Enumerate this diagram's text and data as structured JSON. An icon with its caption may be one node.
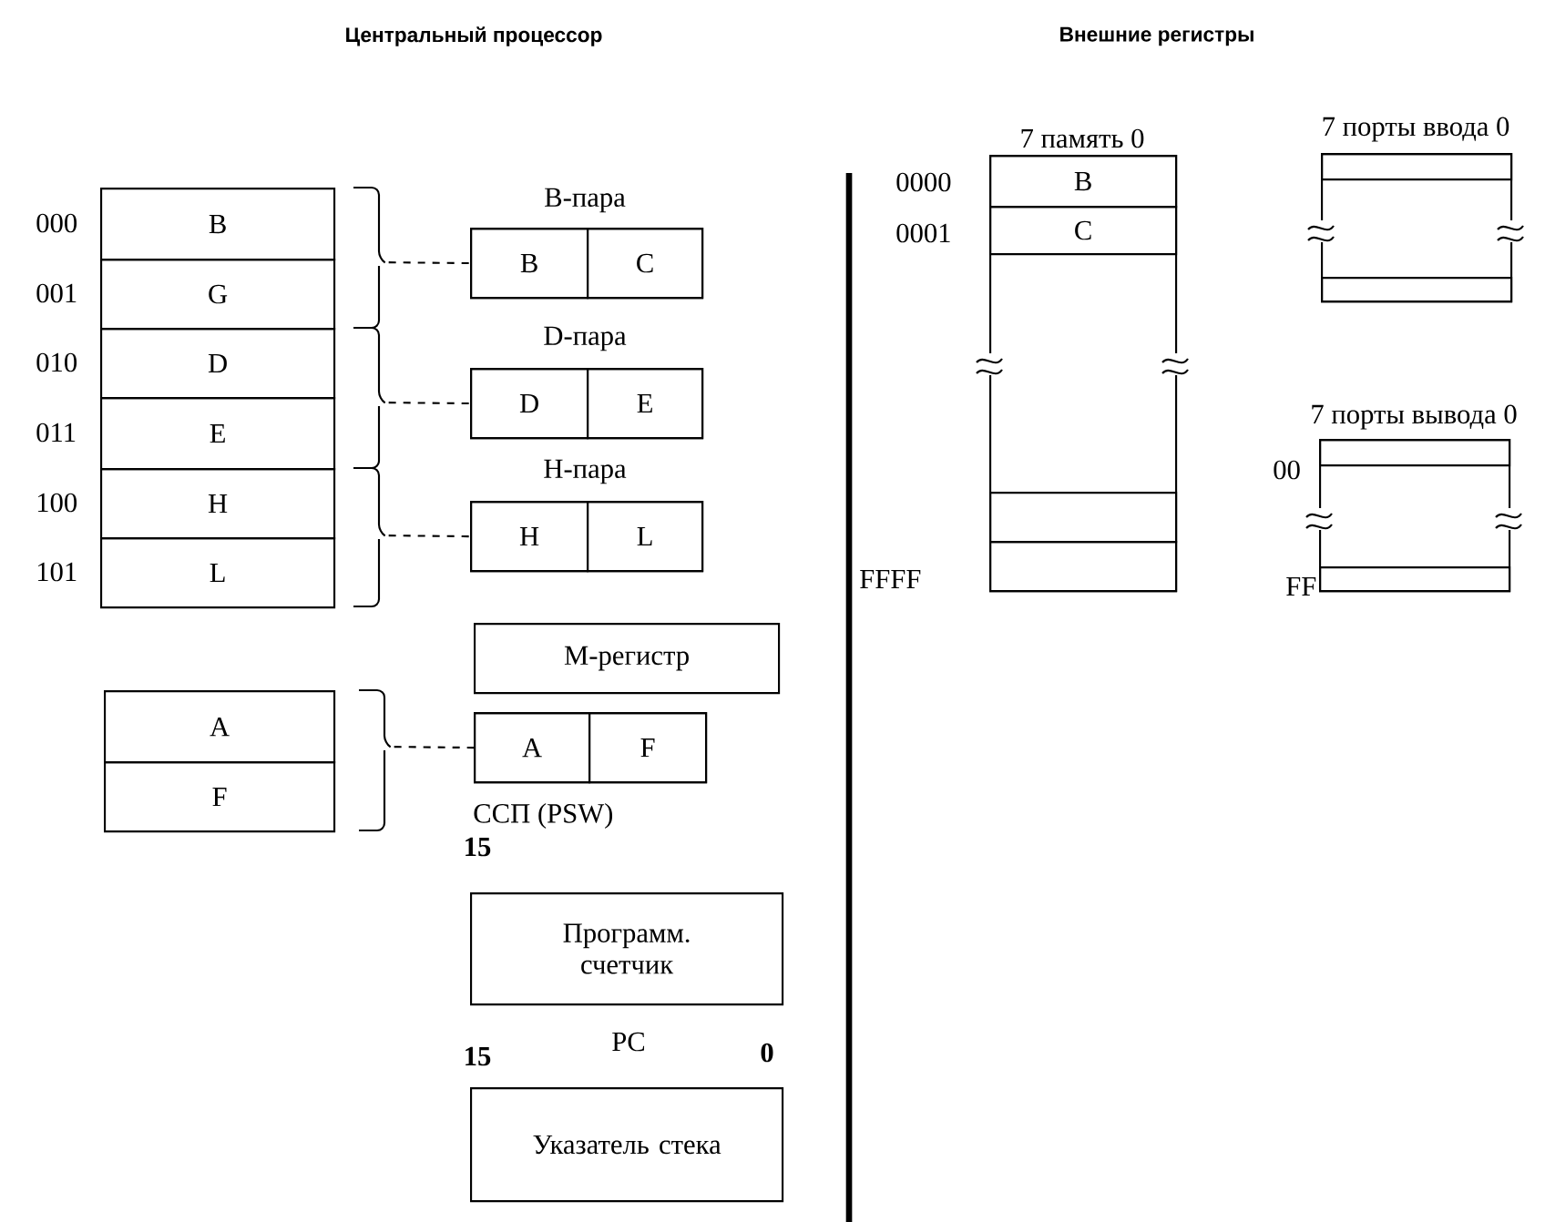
{
  "diagram": {
    "nodes": [
      {
        "text": [
          "B"
        ],
        "beside": [
          "000"
        ]
      },
      {
        "text": [
          "G"
        ],
        "beside": [
          "001"
        ]
      },
      {
        "text": [
          "D"
        ],
        "beside": [
          "010"
        ]
      },
      {
        "text": [
          "E"
        ],
        "beside": [
          "011"
        ]
      },
      {
        "text": [
          "H"
        ],
        "beside": [
          "100"
        ]
      },
      {
        "text": [
          "L"
        ],
        "beside": [
          "101"
        ]
      },
      {
        "text": [
          "B-пара"
        ]
      },
      {
        "text": [
          "B"
        ],
        "in": 6
      },
      {
        "text": [
          "C"
        ],
        "in": 6
      },
      {
        "text": [
          "D-пара"
        ]
      },
      {
        "text": [
          "D"
        ],
        "in": 9
      },
      {
        "text": [
          "E"
        ],
        "in": 9
      },
      {
        "text": [
          "H-пара"
        ]
      },
      {
        "text": [
          "H"
        ],
        "in": 12
      },
      {
        "text": [
          "L"
        ],
        "in": 12
      },
      {
        "text": [
          "М-регистр"
        ]
      },
      {
        "text": [
          "A"
        ]
      },
      {
        "text": [
          "F"
        ]
      },
      {
        "text": [
          "ССП (PSW)"
        ]
      },
      {
        "text": [
          "A"
        ],
        "in": 18
      },
      {
        "text": [
          "F"
        ],
        "in": 18
      },
      {
        "text": [
          "Программ. счетчик"
        ],
        "beside": [
          "PC"
        ]
      },
      {
        "text": [
          "Указатель стека"
        ]
      },
      {
        "text": [
          "7 память 0"
        ]
      },
      {
        "text": [
          "B"
        ],
        "in": 23,
        "beside": [
          "0000"
        ]
      },
      {
        "text": [
          "C"
        ],
        "in": 23,
        "beside": [
          "0001"
        ]
      },
      {
        "text": [],
        "shape": "box",
        "in": 23
      },
      {
        "text": [],
        "shape": "box",
        "in": 23,
        "beside": [
          "FFFF"
        ]
      },
      {
        "text": [
          "7 порты ввода 0"
        ]
      },
      {
        "text": [],
        "shape": "box",
        "in": 28
      },
      {
        "text": [],
        "shape": "box",
        "in": 28
      },
      {
        "text": [
          "7 порты вывода 0"
        ]
      },
      {
        "text": [],
        "shape": "box",
        "in": 31,
        "beside": [
          "00"
        ]
      },
      {
        "text": [],
        "shape": "box",
        "in": 31,
        "beside": [
          "FF"
        ]
      }
    ],
    "edges": [
      {
        "from": 0,
        "to": 6,
        "arrow": "none",
        "style": "dashed"
      },
      {
        "from": 1,
        "to": 6,
        "arrow": "none",
        "style": "dashed"
      },
      {
        "from": 2,
        "to": 9,
        "arrow": "none",
        "style": "dashed"
      },
      {
        "from": 3,
        "to": 9,
        "arrow": "none",
        "style": "dashed"
      },
      {
        "from": 4,
        "to": 12,
        "arrow": "none",
        "style": "dashed"
      },
      {
        "from": 5,
        "to": 12,
        "arrow": "none",
        "style": "dashed"
      },
      {
        "from": 16,
        "to": 18,
        "arrow": "none",
        "style": "dashed"
      },
      {
        "from": 17,
        "to": 18,
        "arrow": "none",
        "style": "dashed"
      }
    ],
    "labels": [
      "Центральный процессор",
      "Внешние регистры",
      "15",
      "15",
      "0"
    ]
  }
}
